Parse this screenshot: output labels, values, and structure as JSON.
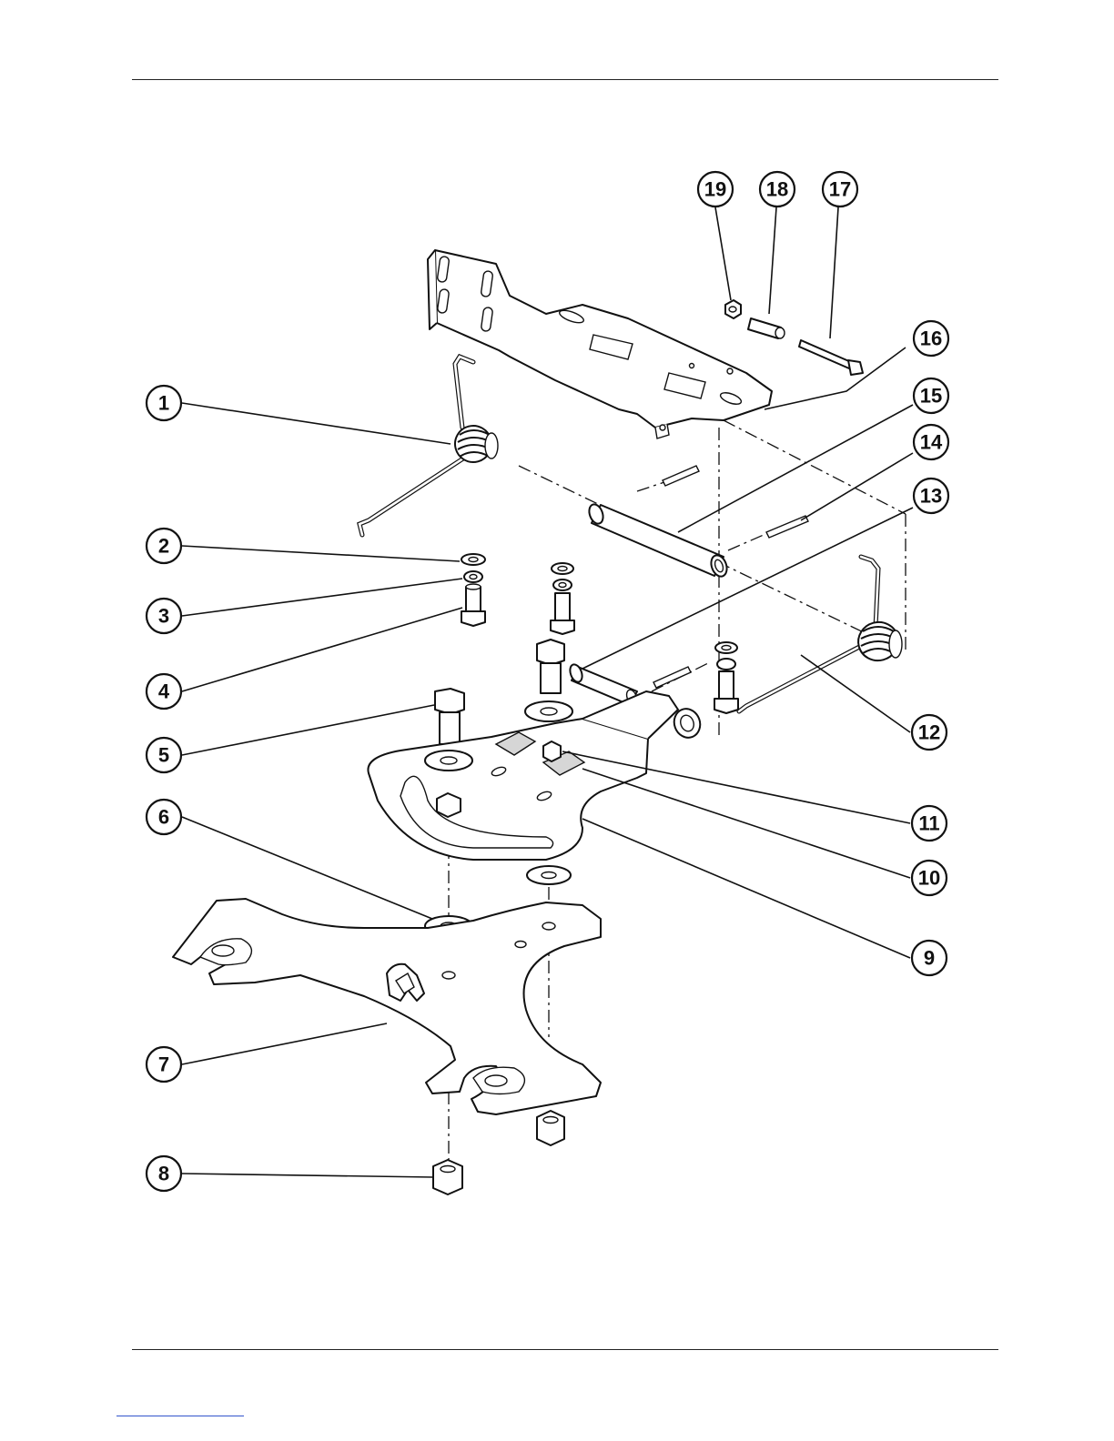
{
  "callouts": [
    {
      "label": "1"
    },
    {
      "label": "2"
    },
    {
      "label": "3"
    },
    {
      "label": "4"
    },
    {
      "label": "5"
    },
    {
      "label": "6"
    },
    {
      "label": "7"
    },
    {
      "label": "8"
    },
    {
      "label": "9"
    },
    {
      "label": "10"
    },
    {
      "label": "11"
    },
    {
      "label": "12"
    },
    {
      "label": "13"
    },
    {
      "label": "14"
    },
    {
      "label": "15"
    },
    {
      "label": "16"
    },
    {
      "label": "17"
    },
    {
      "label": "18"
    },
    {
      "label": "19"
    }
  ],
  "colors": {
    "line": "#111111",
    "fill": "#ffffff",
    "link": "#3355cc"
  }
}
